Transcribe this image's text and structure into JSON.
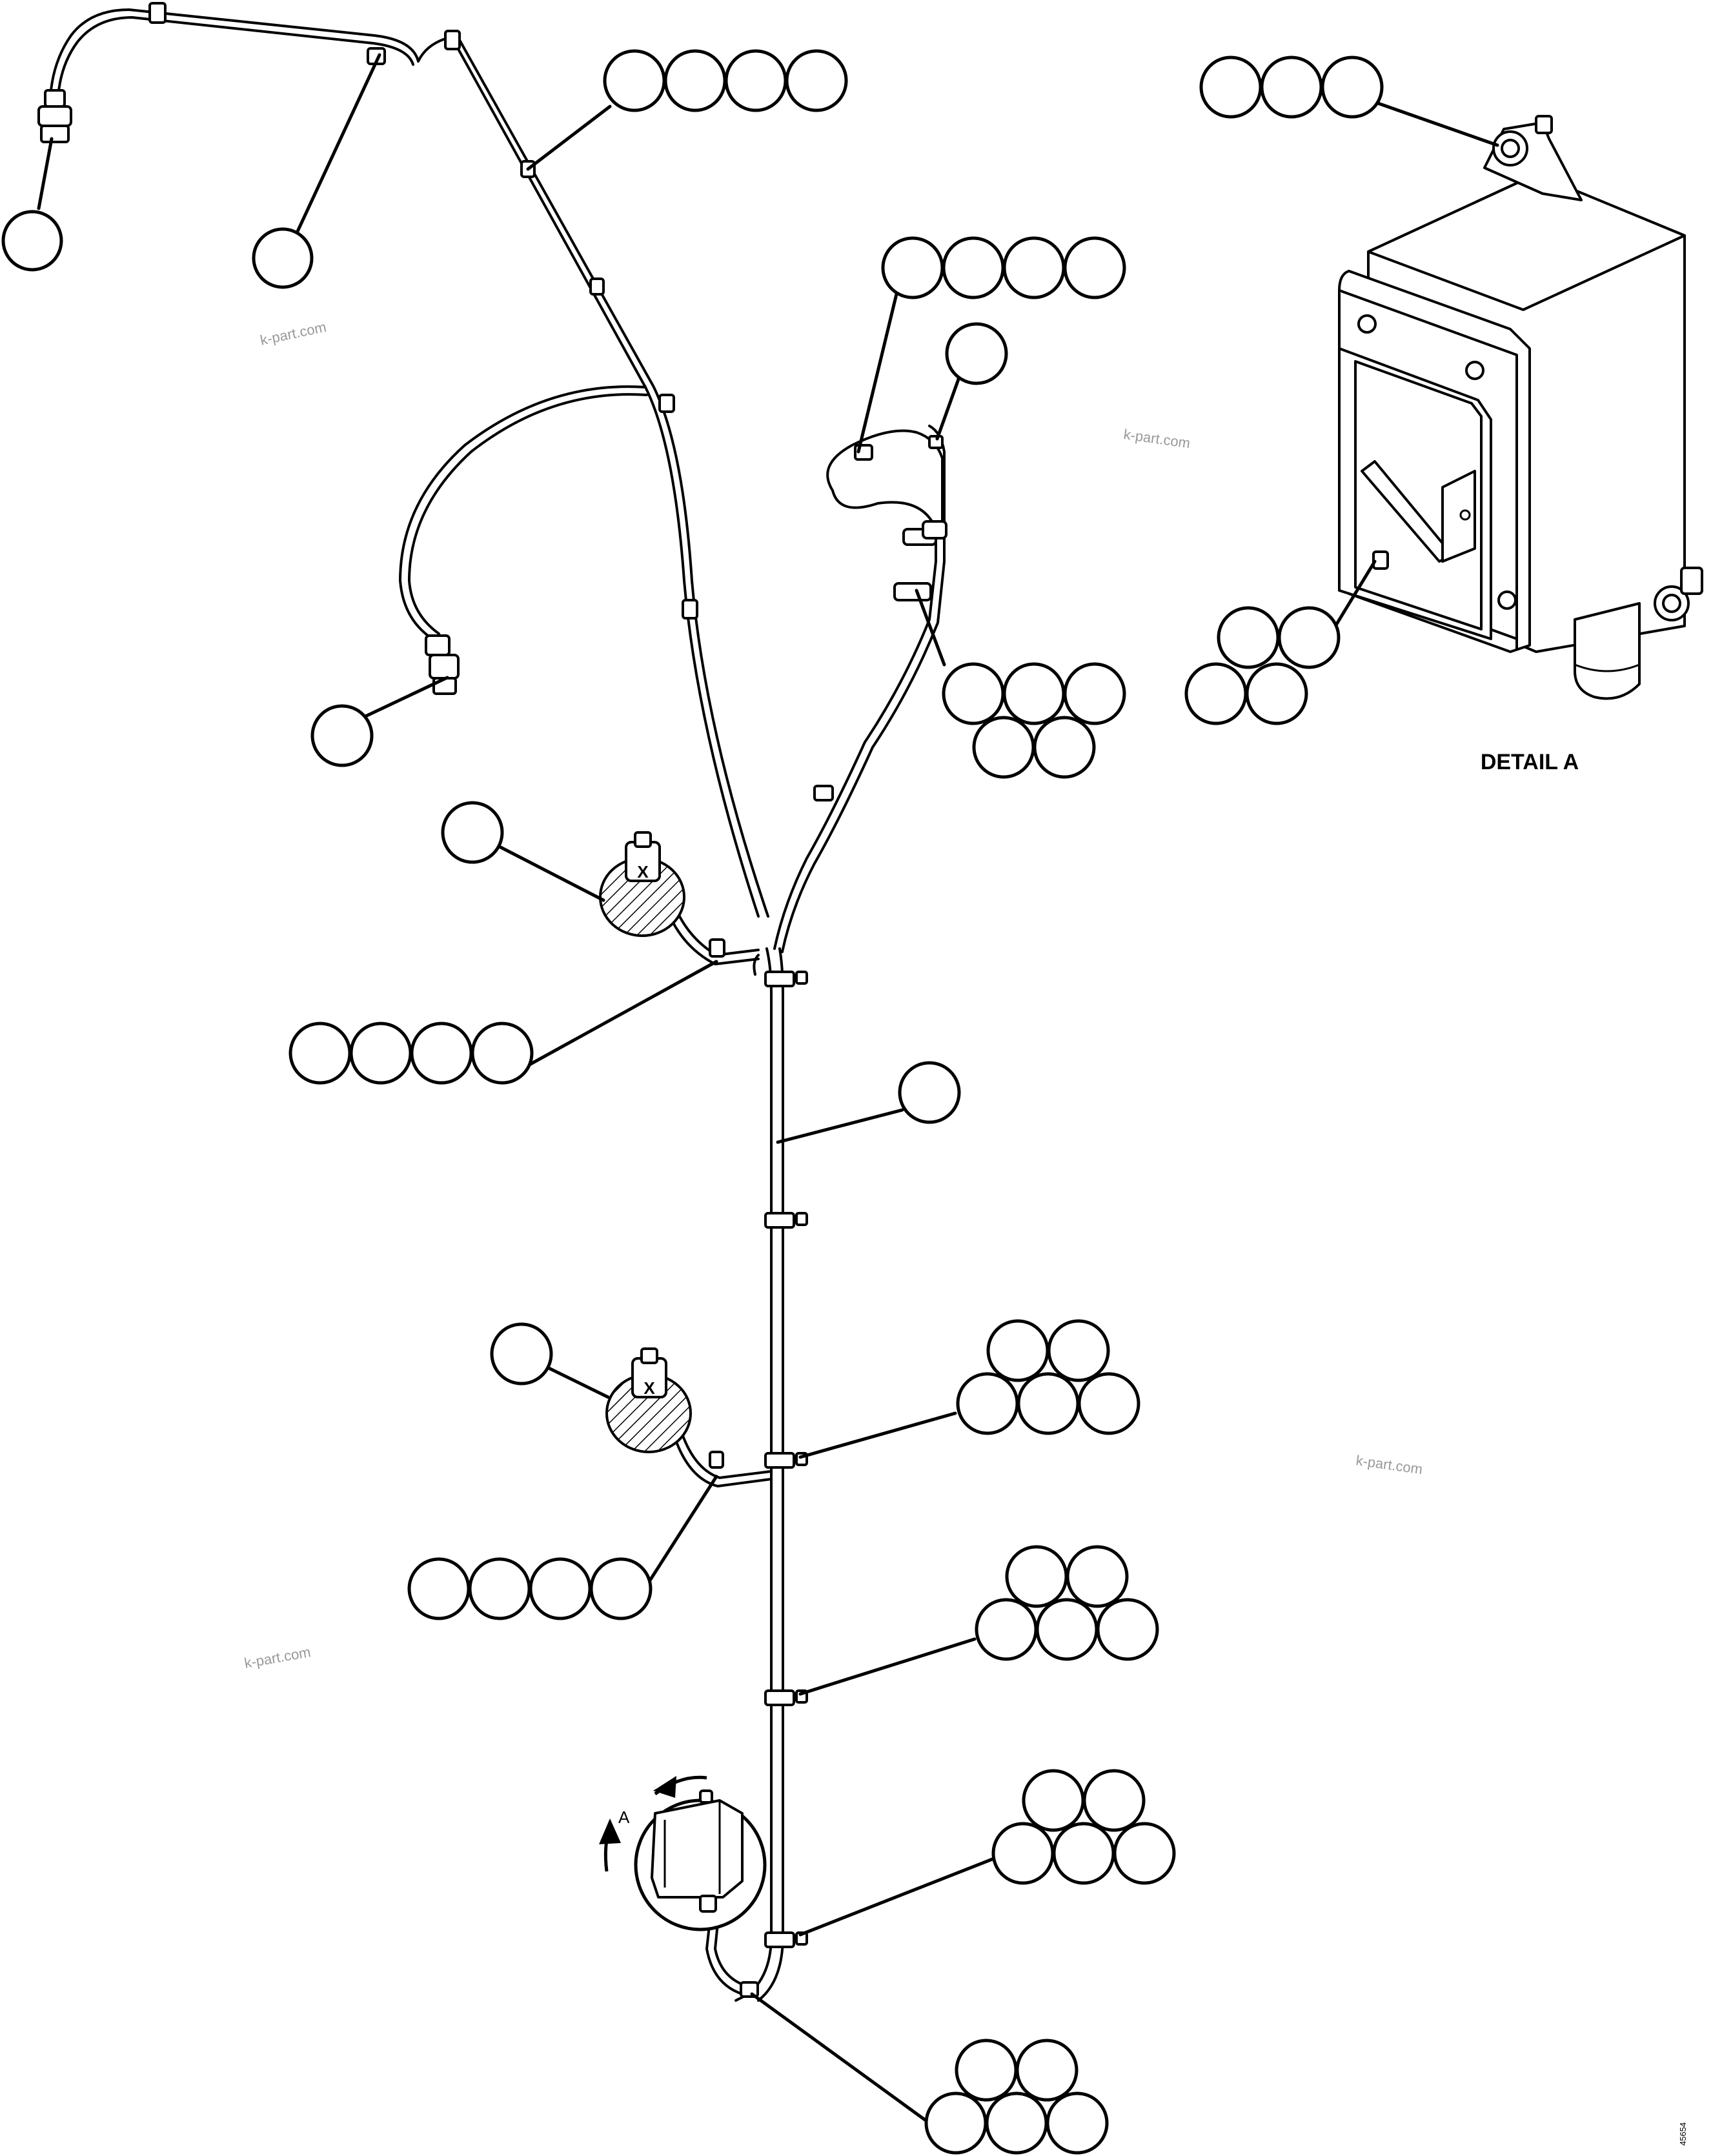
{
  "detail": {
    "label": "DETAIL A",
    "callout_letter": "A"
  },
  "watermark": {
    "text": "k-part.com"
  },
  "figure_code": "45654",
  "callout_groups": [
    {
      "id": "top-left-connector",
      "bubbles": 1
    },
    {
      "id": "top-left-clip",
      "bubbles": 1
    },
    {
      "id": "upper-harness-clips",
      "bubbles": 4
    },
    {
      "id": "detail-top-screw",
      "bubbles": 3
    },
    {
      "id": "right-branch-clip",
      "bubbles": 4
    },
    {
      "id": "right-branch-small",
      "bubbles": 1
    },
    {
      "id": "right-branch-clip-lower",
      "bubbles": 5
    },
    {
      "id": "detail-lower-fasteners",
      "bubbles": 4
    },
    {
      "id": "left-sensor",
      "bubbles": 1
    },
    {
      "id": "upper-horn",
      "bubbles": 1
    },
    {
      "id": "upper-horn-mount",
      "bubbles": 4
    },
    {
      "id": "main-harness",
      "bubbles": 1
    },
    {
      "id": "lower-horn",
      "bubbles": 1
    },
    {
      "id": "main-clip-2",
      "bubbles": 5
    },
    {
      "id": "lower-horn-mount",
      "bubbles": 4
    },
    {
      "id": "main-clip-3",
      "bubbles": 5
    },
    {
      "id": "main-clip-4",
      "bubbles": 5
    },
    {
      "id": "bottom-clip",
      "bubbles": 5
    }
  ]
}
